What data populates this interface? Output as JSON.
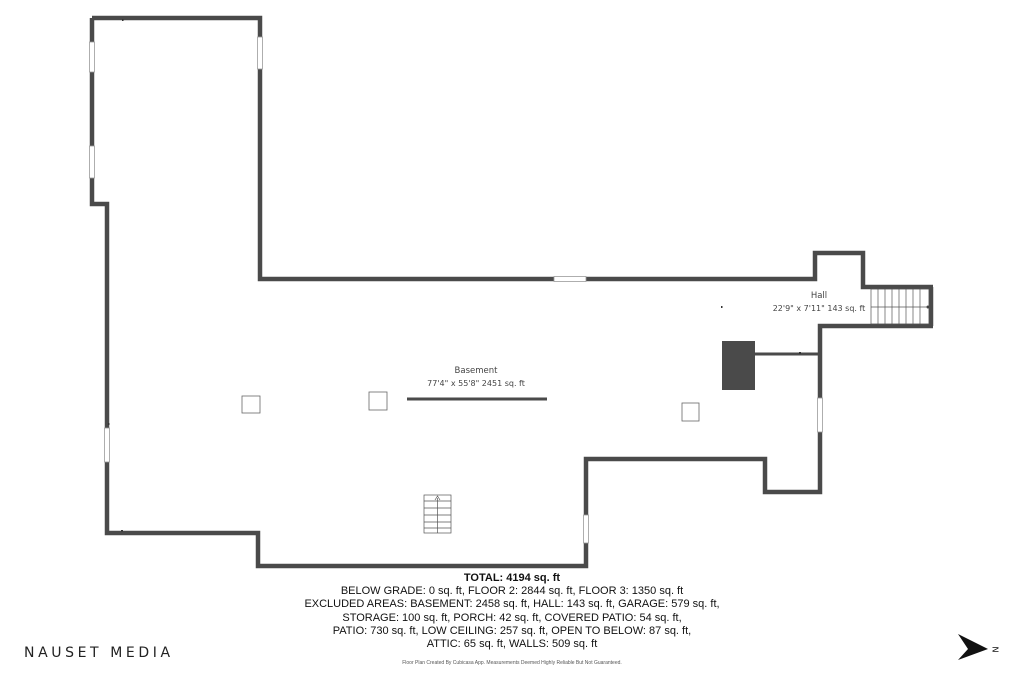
{
  "rooms": {
    "basement": {
      "name": "Basement",
      "dims": "77'4\" x 55'8\" 2451 sq. ft"
    },
    "hall": {
      "name": "Hall",
      "dims": "22'9\" x 7'11\" 143 sq. ft"
    }
  },
  "totals": {
    "total": "TOTAL: 4194 sq. ft",
    "lines": [
      "BELOW GRADE: 0 sq. ft, FLOOR 2: 2844 sq. ft, FLOOR 3: 1350 sq. ft",
      "EXCLUDED AREAS: BASEMENT: 2458 sq. ft, HALL: 143 sq. ft, GARAGE: 579 sq. ft,",
      "STORAGE: 100 sq. ft, PORCH: 42 sq. ft, COVERED PATIO: 54 sq. ft,",
      "PATIO: 730 sq. ft, LOW CEILING: 257 sq. ft, OPEN TO BELOW: 87 sq. ft,",
      "ATTIC: 65 sq. ft, WALLS: 509 sq. ft"
    ]
  },
  "disclaimer": "Floor Plan Created By Cubicasa App. Measurements Deemed Highly Reliable But Not Guaranteed.",
  "brand": "NAUSET MEDIA",
  "compass": {
    "letter": "N",
    "icon": "north-arrow-icon"
  },
  "colors": {
    "wall": "#4a4a4a",
    "background": "#ffffff"
  }
}
